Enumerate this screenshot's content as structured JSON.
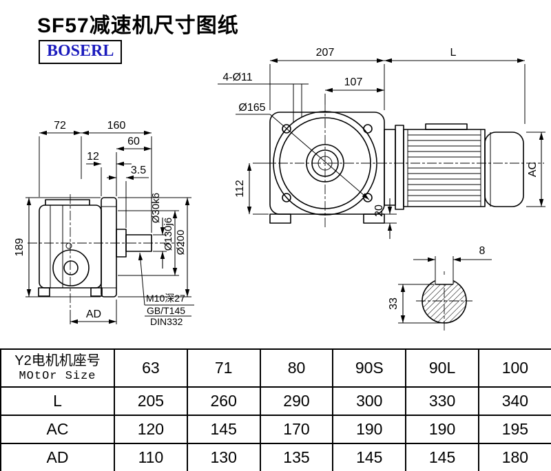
{
  "title": "SF57减速机尺寸图纸",
  "logo": "BOSERL",
  "accent_color": "#1b1bbd",
  "dims": {
    "left": {
      "w72": "72",
      "w160": "160",
      "w60": "60",
      "w12": "12",
      "w3_5": "3.5",
      "h189": "189",
      "ad": "AD",
      "d30": "Ø30k6",
      "d130": "Ø130j6",
      "d200": "Ø200",
      "note1": "M10深27",
      "note2": "GB/T145",
      "note3": "DIN332"
    },
    "right": {
      "w207": "207",
      "L": "L",
      "holes": "4-Ø11",
      "w107": "107",
      "d165": "Ø165",
      "h112": "112",
      "ac": "AC",
      "h20": "20"
    },
    "shaft": {
      "w8": "8",
      "h33": "33"
    }
  },
  "table": {
    "header_cn": "Y2电机机座号",
    "header_en": "MOtOr Size",
    "columns": [
      "63",
      "71",
      "80",
      "90S",
      "90L",
      "100"
    ],
    "rows": [
      {
        "label": "L",
        "values": [
          "205",
          "260",
          "290",
          "300",
          "330",
          "340"
        ]
      },
      {
        "label": "AC",
        "values": [
          "120",
          "145",
          "170",
          "190",
          "190",
          "195"
        ]
      },
      {
        "label": "AD",
        "values": [
          "110",
          "130",
          "135",
          "145",
          "145",
          "180"
        ]
      }
    ]
  }
}
